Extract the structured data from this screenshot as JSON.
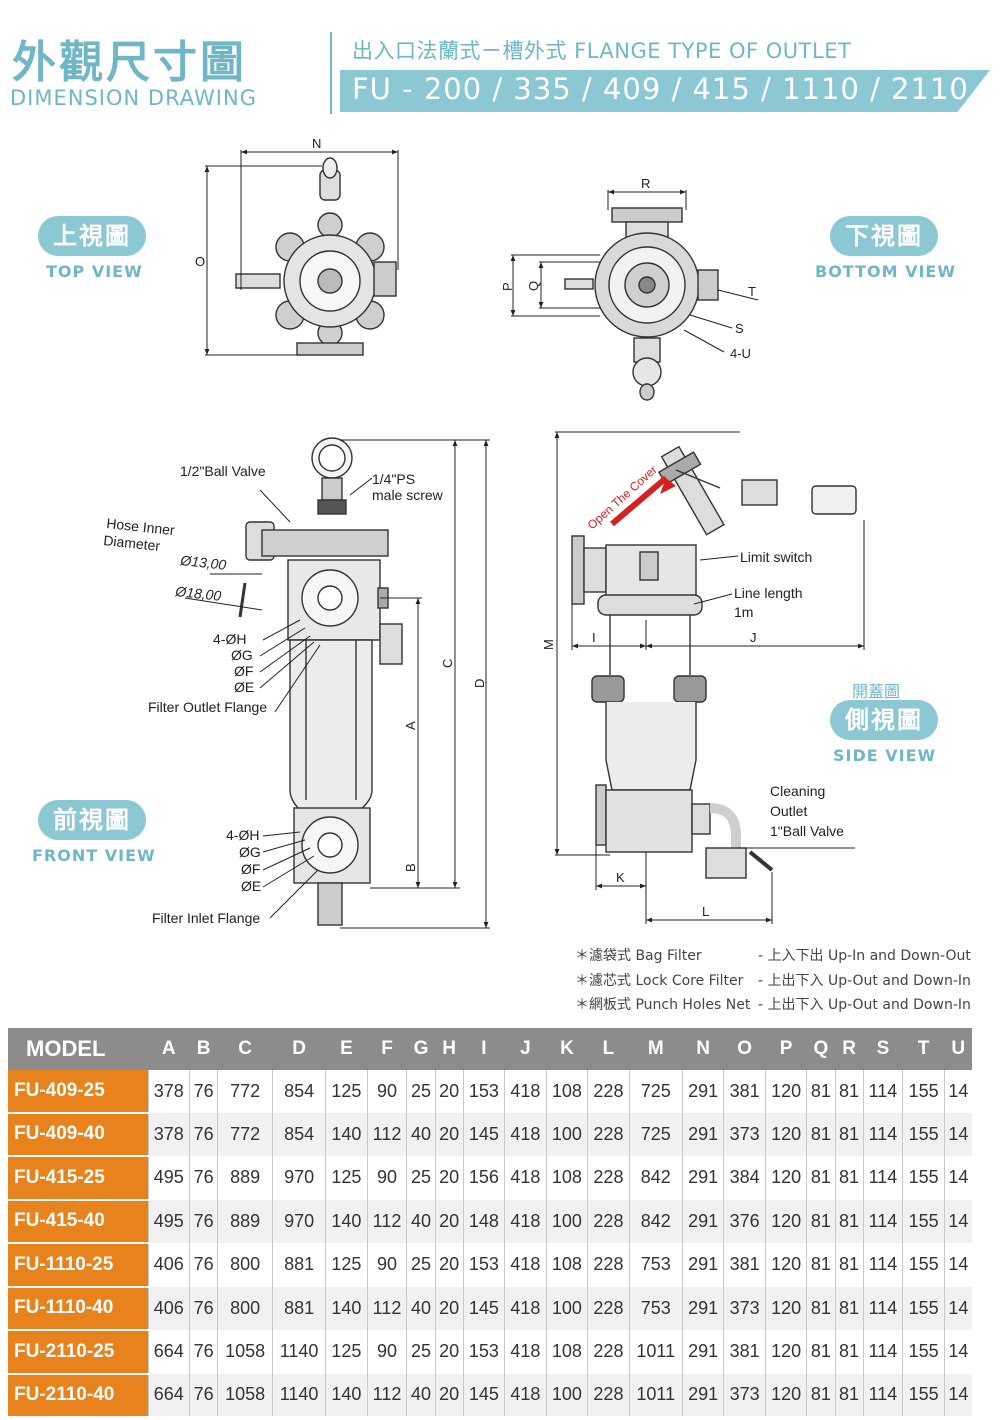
{
  "header": {
    "title_zh": "外觀尺寸圖",
    "title_en": "DIMENSION DRAWING",
    "subtitle": "出入口法蘭式ㄧ槽外式 FLANGE TYPE OF OUTLET",
    "models": "FU - 200 / 335 / 409 / 415 / 1110 / 2110"
  },
  "views": {
    "top": {
      "zh": "上視圖",
      "en": "TOP VIEW"
    },
    "bottom": {
      "zh": "下視圖",
      "en": "BOTTOM VIEW"
    },
    "front": {
      "zh": "前視圖",
      "en": "FRONT VIEW"
    },
    "side": {
      "zh": "側視圖",
      "en": "SIDE VIEW",
      "open_zh": "開蓋圖"
    }
  },
  "labels": {
    "ball_valve": "1/2\"Ball Valve",
    "ps_line1": "1/4\"PS",
    "ps_line2": "male screw",
    "hose_line1": "Hose Inner",
    "hose_line2": "Diameter",
    "d13": "Ø13,00",
    "d18": "Ø18,00",
    "outlet_flange": "Filter Outlet Flange",
    "inlet_flange": "Filter Inlet Flange",
    "h4": "4-ØH",
    "g": "ØG",
    "f": "ØF",
    "e": "ØE",
    "limit_switch": "Limit switch",
    "line_length_1": "Line length",
    "line_length_2": "1m",
    "open_cover": "Open The Cover",
    "cleaning_1": "Cleaning",
    "cleaning_2": "Outlet",
    "cleaning_3": "1\"Ball Valve",
    "u4": "4-U",
    "dims": {
      "N": "N",
      "O": "O",
      "R": "R",
      "P": "P",
      "Q": "Q",
      "T": "T",
      "S": "S",
      "A": "A",
      "B": "B",
      "C": "C",
      "D": "D",
      "M": "M",
      "I": "I",
      "J": "J",
      "K": "K",
      "L": "L"
    }
  },
  "notes": [
    {
      "left": "＊濾袋式 Bag Filter",
      "right": "- 上入下出 Up-In and Down-Out"
    },
    {
      "left": "＊濾芯式 Lock Core Filter",
      "right": "- 上出下入 Up-Out and Down-In"
    },
    {
      "left": "＊網板式 Punch Holes Net",
      "right": "- 上出下入 Up-Out and Down-In"
    }
  ],
  "table": {
    "headers": [
      "MODEL",
      "A",
      "B",
      "C",
      "D",
      "E",
      "F",
      "G",
      "H",
      "I",
      "J",
      "K",
      "L",
      "M",
      "N",
      "O",
      "P",
      "Q",
      "R",
      "S",
      "T",
      "U"
    ],
    "rows": [
      [
        "FU-409-25",
        "378",
        "76",
        "772",
        "854",
        "125",
        "90",
        "25",
        "20",
        "153",
        "418",
        "108",
        "228",
        "725",
        "291",
        "381",
        "120",
        "81",
        "81",
        "114",
        "155",
        "14"
      ],
      [
        "FU-409-40",
        "378",
        "76",
        "772",
        "854",
        "140",
        "112",
        "40",
        "20",
        "145",
        "418",
        "100",
        "228",
        "725",
        "291",
        "373",
        "120",
        "81",
        "81",
        "114",
        "155",
        "14"
      ],
      [
        "FU-415-25",
        "495",
        "76",
        "889",
        "970",
        "125",
        "90",
        "25",
        "20",
        "156",
        "418",
        "108",
        "228",
        "842",
        "291",
        "384",
        "120",
        "81",
        "81",
        "114",
        "155",
        "14"
      ],
      [
        "FU-415-40",
        "495",
        "76",
        "889",
        "970",
        "140",
        "112",
        "40",
        "20",
        "148",
        "418",
        "100",
        "228",
        "842",
        "291",
        "376",
        "120",
        "81",
        "81",
        "114",
        "155",
        "14"
      ],
      [
        "FU-1110-25",
        "406",
        "76",
        "800",
        "881",
        "125",
        "90",
        "25",
        "20",
        "153",
        "418",
        "108",
        "228",
        "753",
        "291",
        "381",
        "120",
        "81",
        "81",
        "114",
        "155",
        "14"
      ],
      [
        "FU-1110-40",
        "406",
        "76",
        "800",
        "881",
        "140",
        "112",
        "40",
        "20",
        "145",
        "418",
        "100",
        "228",
        "753",
        "291",
        "373",
        "120",
        "81",
        "81",
        "114",
        "155",
        "14"
      ],
      [
        "FU-2110-25",
        "664",
        "76",
        "1058",
        "1140",
        "125",
        "90",
        "25",
        "20",
        "153",
        "418",
        "108",
        "228",
        "1011",
        "291",
        "381",
        "120",
        "81",
        "81",
        "114",
        "155",
        "14"
      ],
      [
        "FU-2110-40",
        "664",
        "76",
        "1058",
        "1140",
        "140",
        "112",
        "40",
        "20",
        "145",
        "418",
        "100",
        "228",
        "1011",
        "291",
        "373",
        "120",
        "81",
        "81",
        "114",
        "155",
        "14"
      ]
    ]
  }
}
